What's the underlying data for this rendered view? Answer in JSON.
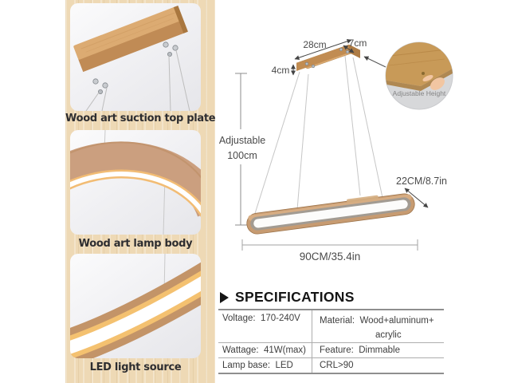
{
  "left_column": {
    "panels": [
      {
        "caption": "Wood art suction top plate"
      },
      {
        "caption": "Wood art lamp body"
      },
      {
        "caption": "LED light source"
      }
    ]
  },
  "diagram": {
    "plate_length": "28cm",
    "plate_width": "7cm",
    "plate_thickness": "4cm",
    "hanging_label_line1": "Adjustable",
    "hanging_label_line2": "100cm",
    "inset_caption": "Adjustable Height",
    "ring_width": "22CM/8.7in",
    "ring_length": "90CM/35.4in"
  },
  "specifications": {
    "heading": "SPECIFICATIONS",
    "rows": [
      {
        "left": "Voltage:  170-240V",
        "right": "Material:  Wood+aluminum+",
        "right_line2": "acrylic"
      },
      {
        "left": "Wattage:  41W(max)",
        "right": "Feature:  Dimmable"
      },
      {
        "left": "Lamp base:  LED",
        "right": "CRL>90"
      }
    ]
  },
  "colors": {
    "wood_background": "#eed9b5",
    "wood_light": "#dcab72",
    "wood_mid": "#c79b71",
    "led_glow": "#f4c170",
    "table_border": "#adadad",
    "caption_text": "#2d2d30",
    "dimension_text": "#4a4a4a"
  }
}
